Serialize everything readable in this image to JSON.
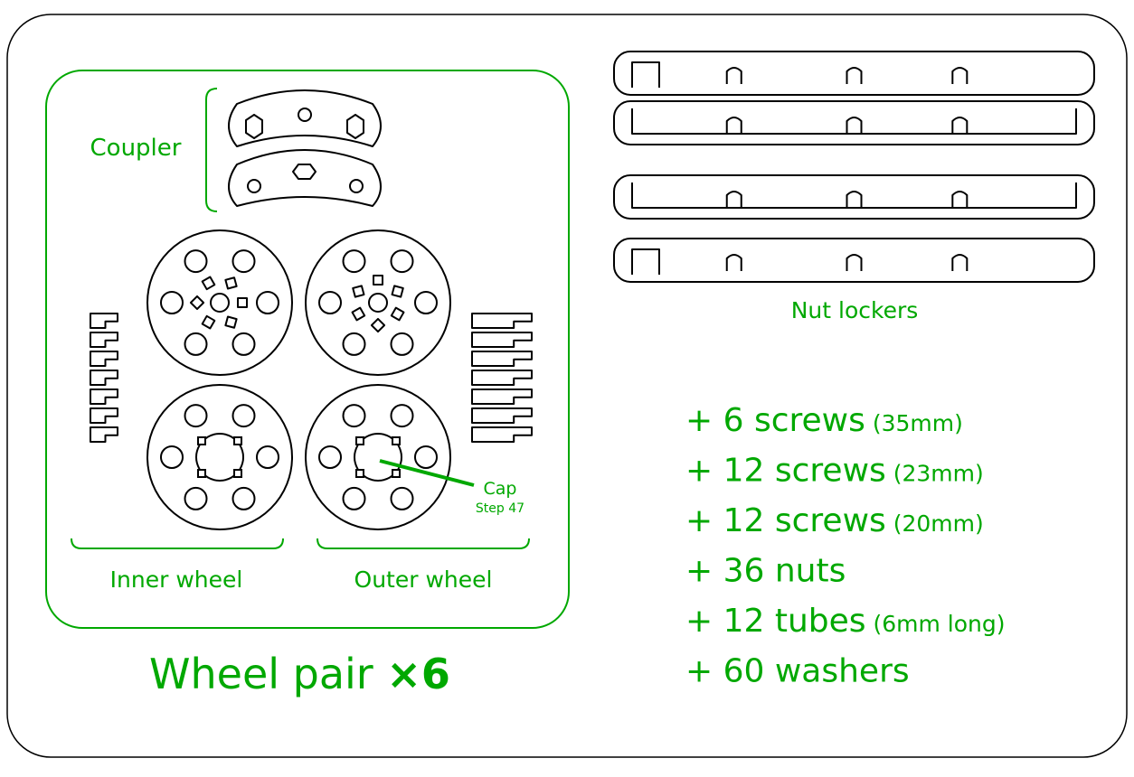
{
  "colors": {
    "accent": "#00a800",
    "outline": "#000000",
    "frame": "#000000"
  },
  "labels": {
    "coupler": "Coupler",
    "inner_wheel": "Inner wheel",
    "outer_wheel": "Outer wheel",
    "cap": "Cap",
    "cap_step": "Step 47",
    "nut_lockers": "Nut lockers",
    "title_main": "Wheel pair ",
    "title_mult": "×6"
  },
  "extras": [
    {
      "main": "+ 6 screws",
      "detail": "(35mm)"
    },
    {
      "main": "+ 12 screws",
      "detail": "(23mm)"
    },
    {
      "main": "+ 12 screws",
      "detail": "(20mm)"
    },
    {
      "main": "+ 36 nuts",
      "detail": ""
    },
    {
      "main": "+ 12 tubes",
      "detail": "(6mm long)"
    },
    {
      "main": "+ 60 washers",
      "detail": ""
    }
  ]
}
